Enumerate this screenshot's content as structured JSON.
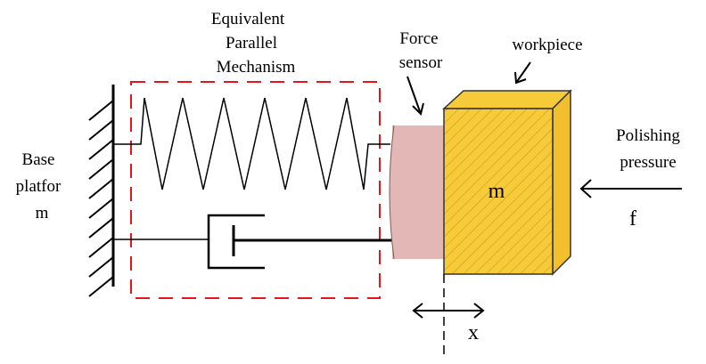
{
  "labels": {
    "mechanism": [
      "Equivalent",
      "Parallel",
      "Mechanism"
    ],
    "force_sensor": [
      "Force",
      "sensor"
    ],
    "workpiece": "workpiece",
    "base": [
      "Base",
      "platfor",
      "m"
    ],
    "pressure": [
      "Polishing",
      "pressure"
    ],
    "mass": "m",
    "force": "f",
    "displacement": "x"
  },
  "colors": {
    "dashed_box": "#e8141c",
    "sensor_fill": "#e3b7b5",
    "sensor_stroke": "#7a5b5a",
    "workpiece_fill": "#f7ca3a",
    "workpiece_side": "#f2c02d",
    "workpiece_stroke": "#333333",
    "hatch": "#c9a11d"
  }
}
